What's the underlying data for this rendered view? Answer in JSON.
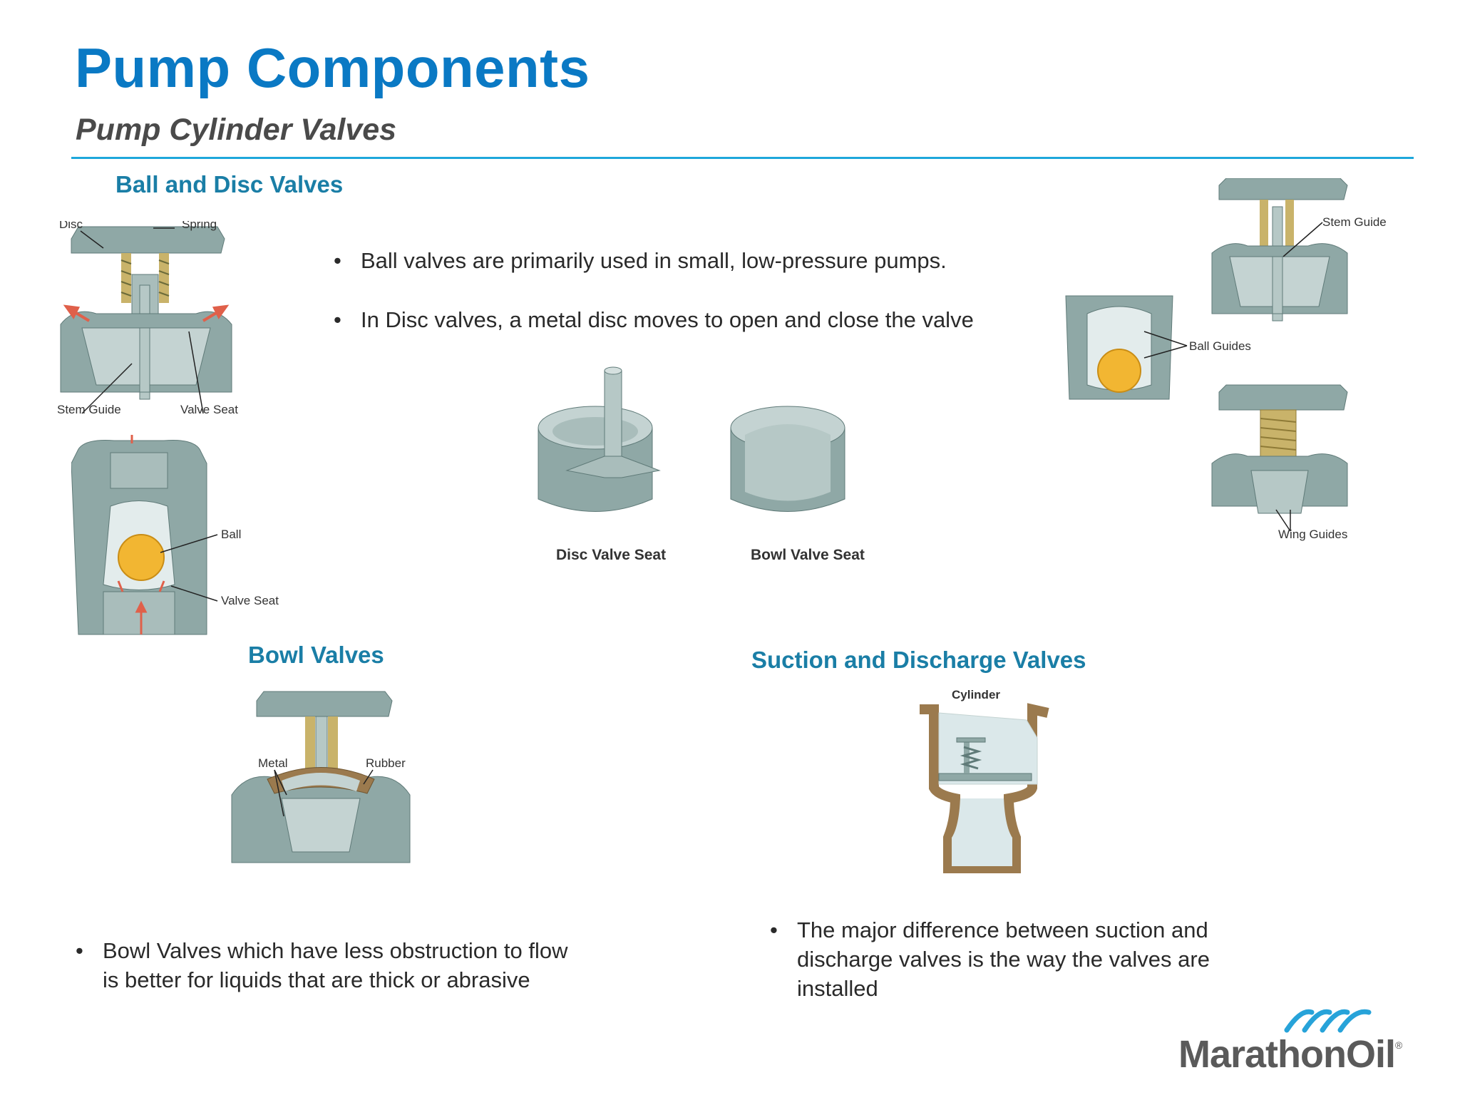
{
  "slide": {
    "title": "Pump Components",
    "subtitle": "Pump Cylinder Valves"
  },
  "sections": {
    "ball_disc": "Ball and Disc Valves",
    "bowl": "Bowl Valves",
    "suction_discharge": "Suction and Discharge Valves"
  },
  "bullets_top": [
    "Ball valves are primarily used in small, low-pressure pumps.",
    "In Disc valves, a metal disc moves to open and close the valve"
  ],
  "bullets_bowl": [
    "Bowl Valves which have less obstruction to flow is better for liquids that are thick or abrasive"
  ],
  "bullets_suction": [
    "The major difference between suction and discharge valves is the way the valves are installed"
  ],
  "labels": {
    "disc": "Disc",
    "spring": "Spring",
    "stem_guide": "Stem Guide",
    "valve_seat": "Valve Seat",
    "ball": "Ball",
    "ball_valve_seat": "Valve Seat",
    "disc_valve_seat": "Disc Valve Seat",
    "bowl_valve_seat": "Bowl Valve Seat",
    "stem_guide_right": "Stem Guide",
    "ball_guides": "Ball Guides",
    "wing_guides": "Wing Guides",
    "metal": "Metal",
    "rubber": "Rubber",
    "cylinder": "Cylinder"
  },
  "logo": {
    "name": "MarathonOil",
    "mark": "®"
  },
  "colors": {
    "title": "#0a79c4",
    "section": "#1a7ea6",
    "rule": "#1ea7db",
    "metal": "#8fa8a6",
    "metal_dark": "#5f7a78",
    "ball": "#f2b632",
    "rubber": "#9b7a4e",
    "arrow": "#e0604a",
    "logo_mark": "#27a3d9"
  }
}
